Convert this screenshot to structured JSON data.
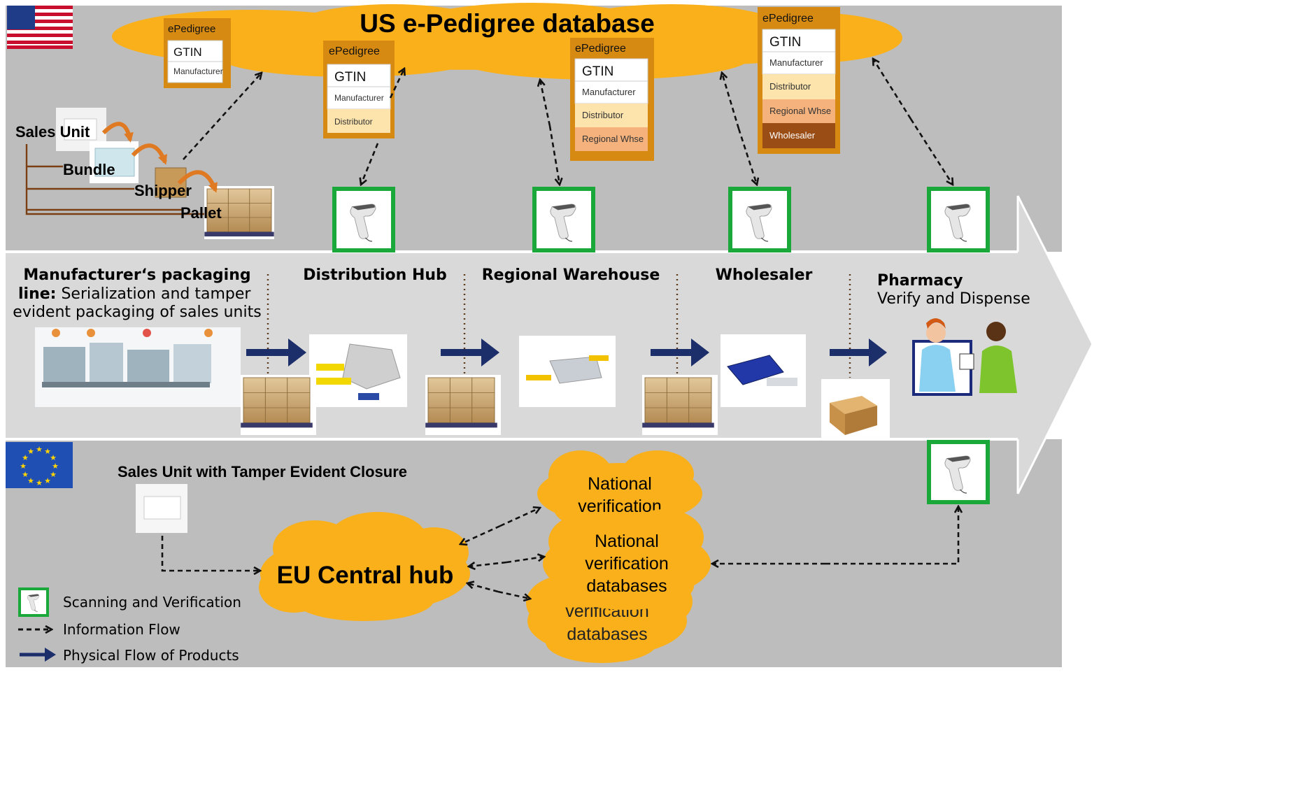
{
  "us_db": {
    "title": "US e-Pedigree database",
    "cards": [
      {
        "header": "ePedigree",
        "rows": [
          "GTIN",
          "Manufacturer"
        ]
      },
      {
        "header": "ePedigree",
        "rows": [
          "GTIN",
          "Manufacturer",
          "Distributor"
        ]
      },
      {
        "header": "ePedigree",
        "rows": [
          "GTIN",
          "Manufacturer",
          "Distributor",
          "Regional Whse"
        ]
      },
      {
        "header": "ePedigree",
        "rows": [
          "GTIN",
          "Manufacturer",
          "Distributor",
          "Regional Whse",
          "Wholesaler"
        ]
      }
    ]
  },
  "hierarchy": {
    "sales_unit": "Sales Unit",
    "bundle": "Bundle",
    "shipper": "Shipper",
    "pallet": "Pallet"
  },
  "stages": {
    "manufacturer_bold": "Manufacturer‘s packaging",
    "manufacturer_bold2": "line:",
    "manufacturer_rest": "Serialization and tamper",
    "manufacturer_line3": "evident packaging of sales units",
    "distribution": "Distribution Hub",
    "regional": "Regional Warehouse",
    "wholesaler": "Wholesaler",
    "pharmacy_title": "Pharmacy",
    "pharmacy_sub": "Verify and Dispense"
  },
  "eu": {
    "sales_unit_label": "Sales Unit with Tamper Evident Closure",
    "central_hub": "EU Central hub",
    "national_top": [
      "National",
      "verification"
    ],
    "national_mid": [
      "National",
      "verification",
      "databases"
    ],
    "national_bottom": [
      "verification",
      "databases"
    ]
  },
  "legend": {
    "scan": "Scanning and Verification",
    "info": "Information Flow",
    "physical": "Physical Flow of Products"
  },
  "colors": {
    "band_gray": "#bdbdbd",
    "middle_gray": "#d9d9d9",
    "cloud_orange": "#f9b01b",
    "card_orange": "#d68a12",
    "scanner_green": "#1aa83a",
    "flow_navy": "#1c2f6b",
    "hierarchy_brown": "#7a3f14"
  }
}
